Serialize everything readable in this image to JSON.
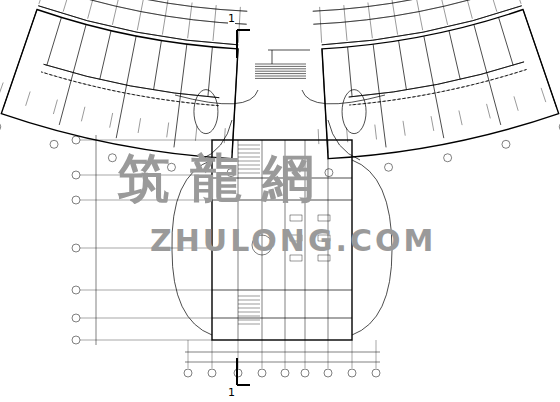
{
  "diagram": {
    "labels": [
      "1",
      "1",
      "筑龍網",
      "ZHULONG.COM"
    ]
  }
}
